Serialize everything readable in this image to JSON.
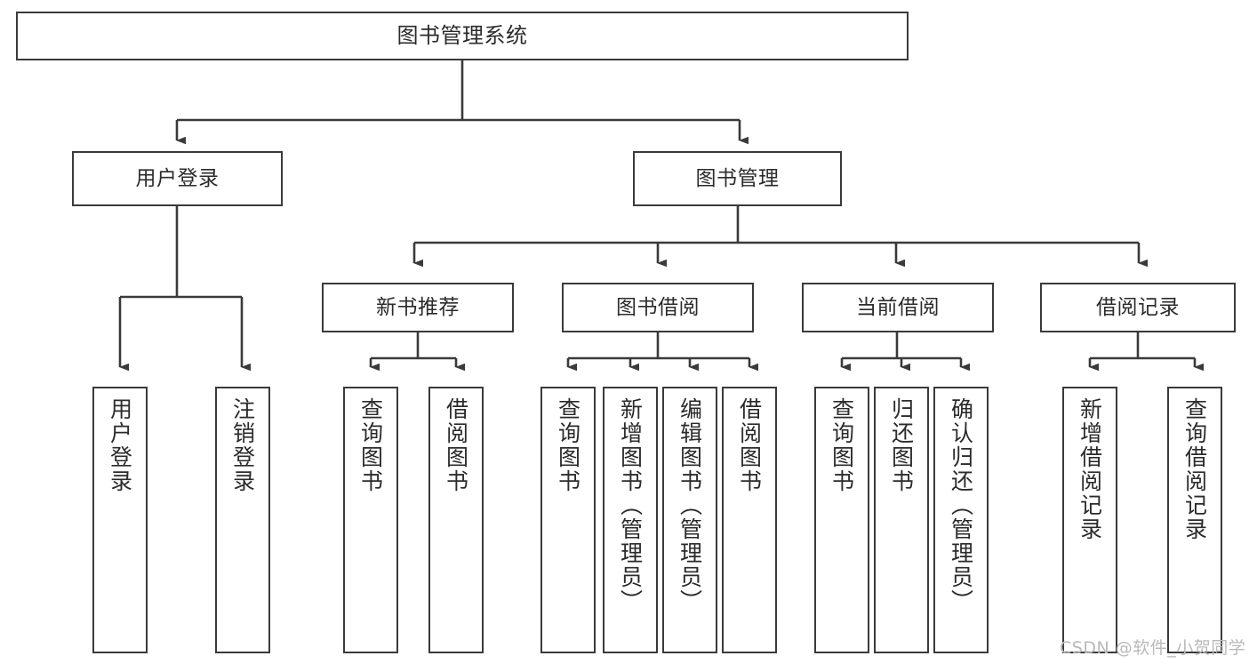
{
  "diagram": {
    "title": "图书管理系统",
    "type": "functional-structure-tree",
    "watermark": "CSDN @软件_小贺同学",
    "colors": {
      "stroke": "#3a3a3a",
      "fill": "#ffffff",
      "text": "#2b2b2b",
      "watermark": "#b9b9b9"
    },
    "nodes": [
      {
        "id": "root",
        "label": "图书管理系统",
        "level": 0,
        "orient": "horizontal"
      },
      {
        "id": "login",
        "label": "用户登录",
        "level": 1,
        "orient": "horizontal"
      },
      {
        "id": "bookmgmt",
        "label": "图书管理",
        "level": 1,
        "orient": "horizontal"
      },
      {
        "id": "newbook",
        "label": "新书推荐",
        "level": 2,
        "orient": "horizontal"
      },
      {
        "id": "borrow",
        "label": "图书借阅",
        "level": 2,
        "orient": "horizontal"
      },
      {
        "id": "current",
        "label": "当前借阅",
        "level": 2,
        "orient": "horizontal"
      },
      {
        "id": "record",
        "label": "借阅记录",
        "level": 2,
        "orient": "horizontal"
      },
      {
        "id": "leaf-user-login",
        "label": "用户登录",
        "level": 3,
        "orient": "vertical"
      },
      {
        "id": "leaf-logout",
        "label": "注销登录",
        "level": 3,
        "orient": "vertical"
      },
      {
        "id": "leaf-nb-query",
        "label": "查询图书",
        "level": 3,
        "orient": "vertical"
      },
      {
        "id": "leaf-nb-borrow",
        "label": "借阅图书",
        "level": 3,
        "orient": "vertical"
      },
      {
        "id": "leaf-bo-query",
        "label": "查询图书",
        "level": 3,
        "orient": "vertical"
      },
      {
        "id": "leaf-bo-add",
        "label": "新增图书（管理员）",
        "level": 3,
        "orient": "vertical"
      },
      {
        "id": "leaf-bo-edit",
        "label": "编辑图书（管理员）",
        "level": 3,
        "orient": "vertical"
      },
      {
        "id": "leaf-bo-borrow",
        "label": "借阅图书",
        "level": 3,
        "orient": "vertical"
      },
      {
        "id": "leaf-cu-query",
        "label": "查询图书",
        "level": 3,
        "orient": "vertical"
      },
      {
        "id": "leaf-cu-return",
        "label": "归还图书",
        "level": 3,
        "orient": "vertical"
      },
      {
        "id": "leaf-cu-confirm",
        "label": "确认归还（管理员）",
        "level": 3,
        "orient": "vertical"
      },
      {
        "id": "leaf-re-add",
        "label": "新增借阅记录",
        "level": 3,
        "orient": "vertical"
      },
      {
        "id": "leaf-re-query",
        "label": "查询借阅记录",
        "level": 3,
        "orient": "vertical"
      }
    ],
    "edges": [
      {
        "from": "root",
        "to": "login"
      },
      {
        "from": "root",
        "to": "bookmgmt"
      },
      {
        "from": "bookmgmt",
        "to": "newbook"
      },
      {
        "from": "bookmgmt",
        "to": "borrow"
      },
      {
        "from": "bookmgmt",
        "to": "current"
      },
      {
        "from": "bookmgmt",
        "to": "record"
      },
      {
        "from": "login",
        "to": "leaf-user-login"
      },
      {
        "from": "login",
        "to": "leaf-logout"
      },
      {
        "from": "newbook",
        "to": "leaf-nb-query"
      },
      {
        "from": "newbook",
        "to": "leaf-nb-borrow"
      },
      {
        "from": "borrow",
        "to": "leaf-bo-query"
      },
      {
        "from": "borrow",
        "to": "leaf-bo-add"
      },
      {
        "from": "borrow",
        "to": "leaf-bo-edit"
      },
      {
        "from": "borrow",
        "to": "leaf-bo-borrow"
      },
      {
        "from": "current",
        "to": "leaf-cu-query"
      },
      {
        "from": "current",
        "to": "leaf-cu-return"
      },
      {
        "from": "current",
        "to": "leaf-cu-confirm"
      },
      {
        "from": "record",
        "to": "leaf-re-add"
      },
      {
        "from": "record",
        "to": "leaf-re-query"
      }
    ]
  }
}
